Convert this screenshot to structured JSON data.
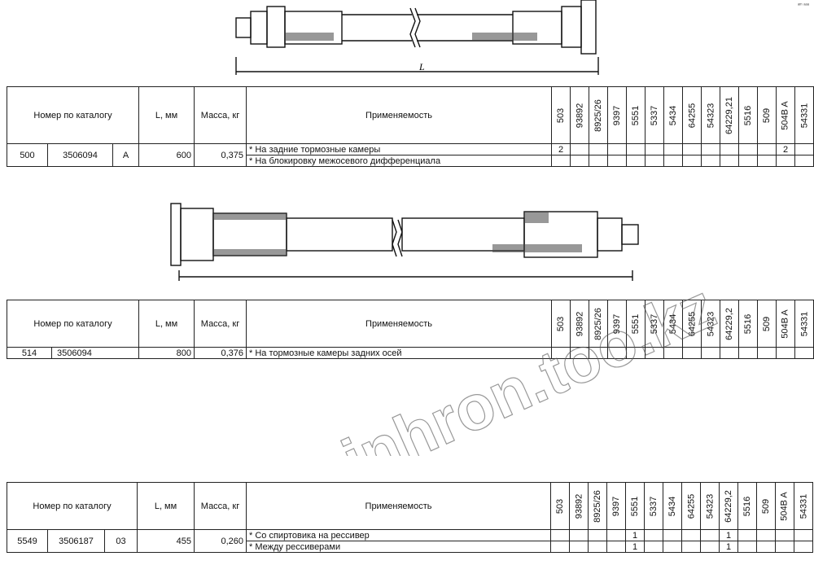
{
  "corner_mark": "ᵃᵐ ᵃᵃᵃ",
  "watermark_text": "www.sinhron.too.kz",
  "drawing1_label": "L",
  "columns": [
    "503",
    "93892",
    "8925/26",
    "9397",
    "5551",
    "5337",
    "5434",
    "64255",
    "54323",
    "64229,21",
    "5516",
    "509",
    "504B A",
    "54331"
  ],
  "columns2": [
    "503",
    "93892",
    "8925/26",
    "9397",
    "5551",
    "5337",
    "5434",
    "64255",
    "54323",
    "64229,2",
    "5516",
    "509",
    "504B A",
    "54331"
  ],
  "headers": {
    "catalog": "Номер по каталогу",
    "length": "L, мм",
    "mass": "Масса, кг",
    "usage": "Применяемость"
  },
  "table1": {
    "row": {
      "num": "500",
      "code": "3506094",
      "suffix": "A",
      "length": "600",
      "mass": "0,375"
    },
    "usages": [
      "* На задние тормозные камеры",
      "* На блокировку межосевого дифференциала"
    ],
    "marks": [
      {
        "col": 0,
        "line": 0,
        "value": "2"
      },
      {
        "col": 12,
        "line": 0,
        "value": "2"
      }
    ]
  },
  "table2": {
    "row": {
      "num": "514",
      "code": "3506094",
      "suffix": "",
      "length": "800",
      "mass": "0,376"
    },
    "usages": [
      "* На тормозные камеры задних осей"
    ]
  },
  "table3": {
    "row": {
      "num": "5549",
      "code": "3506187",
      "suffix": "03",
      "length": "455",
      "mass": "0,260"
    },
    "usages": [
      "* Со спиртовика на рессивер",
      "* Между рессиверами"
    ],
    "marks": [
      {
        "col": 4,
        "line": 0,
        "value": "1"
      },
      {
        "col": 9,
        "line": 0,
        "value": "1"
      },
      {
        "col": 4,
        "line": 1,
        "value": "1"
      },
      {
        "col": 9,
        "line": 1,
        "value": "1"
      }
    ]
  }
}
